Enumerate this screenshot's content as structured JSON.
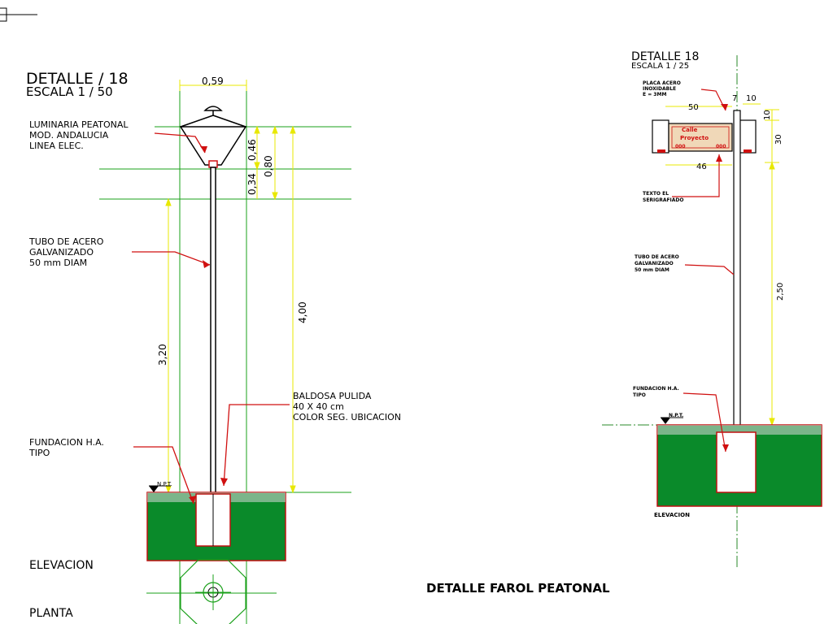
{
  "colors": {
    "background": "#ffffff",
    "guide_line": "#1aa01a",
    "dimension_line": "#e8e800",
    "leader_line": "#d01010",
    "soil_green": "#0a8a2a",
    "soil_outline": "#c01010",
    "gravel": "#d8d8d8",
    "concrete": "#ffffff",
    "sign_plate": "#f0d8b8",
    "sign_text": "#d01010",
    "ink": "#000000",
    "axis_line": "#2a8a2a"
  },
  "title_main": "DETALLE  FAROL PEATONAL",
  "left_detail": {
    "header_line1": "DETALLE  / 18",
    "header_line2": "ESCALA 1  /  50",
    "luminaire_label_1": "LUMINARIA PEATONAL",
    "luminaire_label_2": "MOD. ANDALUCIA",
    "luminaire_label_3": "LINEA ELEC.",
    "tube_label_1": "TUBO DE ACERO",
    "tube_label_2": "GALVANIZADO",
    "tube_label_3": "50 mm DIAM",
    "tile_label_1": "BALDOSA PULIDA",
    "tile_label_2": "40 X 40 cm",
    "tile_label_3": "COLOR SEG. UBICACION",
    "foundation_label_1": "FUNDACION H.A.",
    "foundation_label_2": "TIPO",
    "npt_label": "N.P.T.",
    "elevation_label": "ELEVACION",
    "plan_label": "PLANTA",
    "dim_width": "0,59",
    "dim_046": "0,46",
    "dim_080": "0,80",
    "dim_034": "0,34",
    "dim_320": "3,20",
    "dim_400": "4,00"
  },
  "right_detail": {
    "header_line1": "DETALLE  18",
    "header_line2": "ESCALA 1  /  25",
    "plate_label_1": "PLACA ACERO",
    "plate_label_2": "INOXIDABLE",
    "plate_label_3": "E = 3MM",
    "sign_text_1": "Calle",
    "sign_text_2": "Proyecto",
    "sign_text_3": "000",
    "sign_text_4": "000",
    "text_label_1": "TEXTO EL",
    "text_label_2": "SERIGRAFIADO",
    "tube_label_1": "TUBO DE ACERO",
    "tube_label_2": "GALVANIZADO",
    "tube_label_3": "50 mm DIAM",
    "foundation_label_1": "FUNDACION H.A.",
    "foundation_label_2": "TIPO",
    "npt_label": "N.P.T.",
    "elevation_label": "ELEVACION",
    "dim_50": "50",
    "dim_7": "7",
    "dim_10a": "10",
    "dim_10b": "10",
    "dim_30": "30",
    "dim_46": "46",
    "dim_250": "2,50"
  }
}
